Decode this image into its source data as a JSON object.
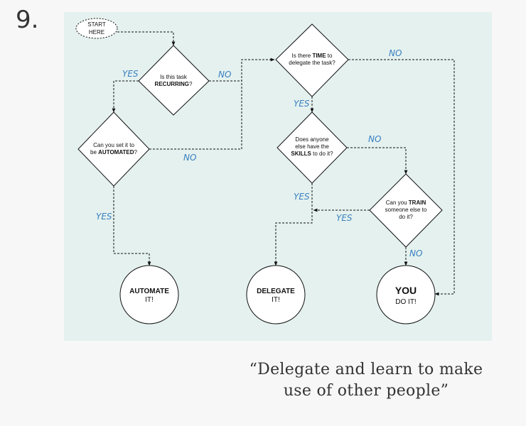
{
  "page_number": "9.",
  "start": {
    "line1": "START",
    "line2": "HERE"
  },
  "decisions": {
    "recurring": {
      "l1": "Is this task",
      "l2_bold": "RECURRING",
      "l2_rest": "?"
    },
    "automated": {
      "l1": "Can you set it to",
      "l2_pre": "be ",
      "l2_bold": "AUTOMATED",
      "l2_rest": "?"
    },
    "time": {
      "l1_pre": "Is there ",
      "l1_bold": "TIME",
      "l1_rest": " to",
      "l2": "delegate the task?"
    },
    "skills": {
      "l1": "Does anyone",
      "l2": "else have  the",
      "l3_bold": "SKILLS",
      "l3_rest": " to do it?"
    },
    "train": {
      "l1_pre": "Can you ",
      "l1_bold": "TRAIN",
      "l2": "someone else to",
      "l3": "do it?"
    }
  },
  "answers": {
    "yes": "YES",
    "no": "NO"
  },
  "outcomes": {
    "automate": {
      "l1": "AUTOMATE",
      "l2": "IT!"
    },
    "delegate": {
      "l1": "DELEGATE",
      "l2": "IT!"
    },
    "you": {
      "l1": "YOU",
      "l2": "DO IT!"
    }
  },
  "caption": {
    "line1": "“Delegate and learn to make",
    "line2": "use of other people”"
  }
}
